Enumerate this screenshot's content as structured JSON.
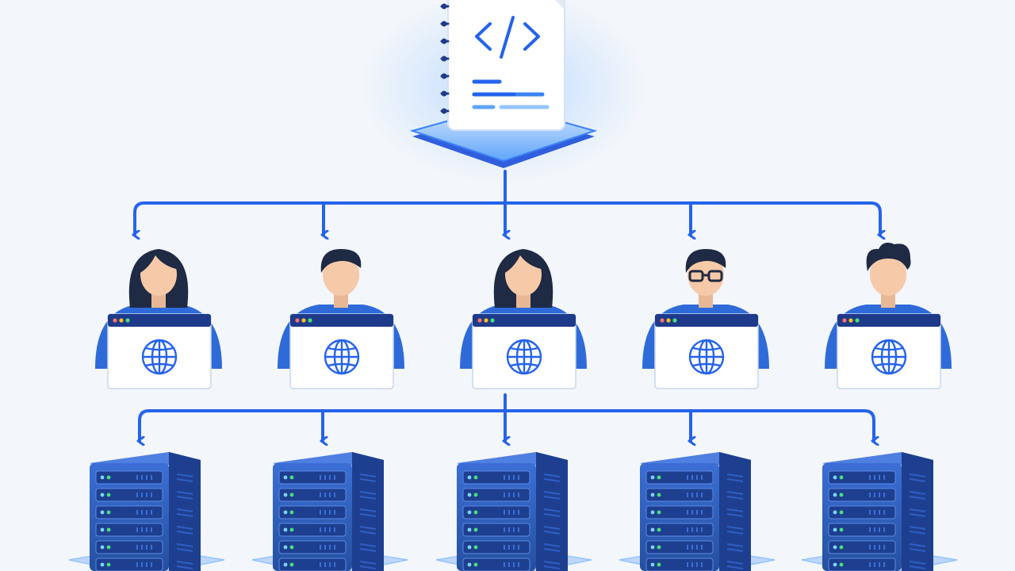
{
  "diagram": {
    "source": {
      "icon": "code-document-icon",
      "glyph": "</>"
    },
    "users": [
      {
        "avatar": "woman-long-hair-icon",
        "screen_icon": "globe-icon"
      },
      {
        "avatar": "man-short-hair-icon",
        "screen_icon": "globe-icon"
      },
      {
        "avatar": "woman-long-hair-icon",
        "screen_icon": "globe-icon"
      },
      {
        "avatar": "man-glasses-icon",
        "screen_icon": "globe-icon"
      },
      {
        "avatar": "man-curly-hair-icon",
        "screen_icon": "globe-icon"
      }
    ],
    "servers": [
      {
        "icon": "server-rack-icon"
      },
      {
        "icon": "server-rack-icon"
      },
      {
        "icon": "server-rack-icon"
      },
      {
        "icon": "server-rack-icon"
      },
      {
        "icon": "server-rack-icon"
      }
    ],
    "connections": [
      {
        "from": "source",
        "to": "users"
      },
      {
        "from": "users",
        "to": "servers"
      }
    ]
  },
  "colors": {
    "background": "#f3f6fb",
    "connector": "#2563eb",
    "accent": "#1d4ed8",
    "server_body": "#2f5fc4",
    "server_dark": "#1e3f8f",
    "skin": "#f6c9a8",
    "hair": "#1f2a44",
    "platform": "#bfd6fb"
  }
}
